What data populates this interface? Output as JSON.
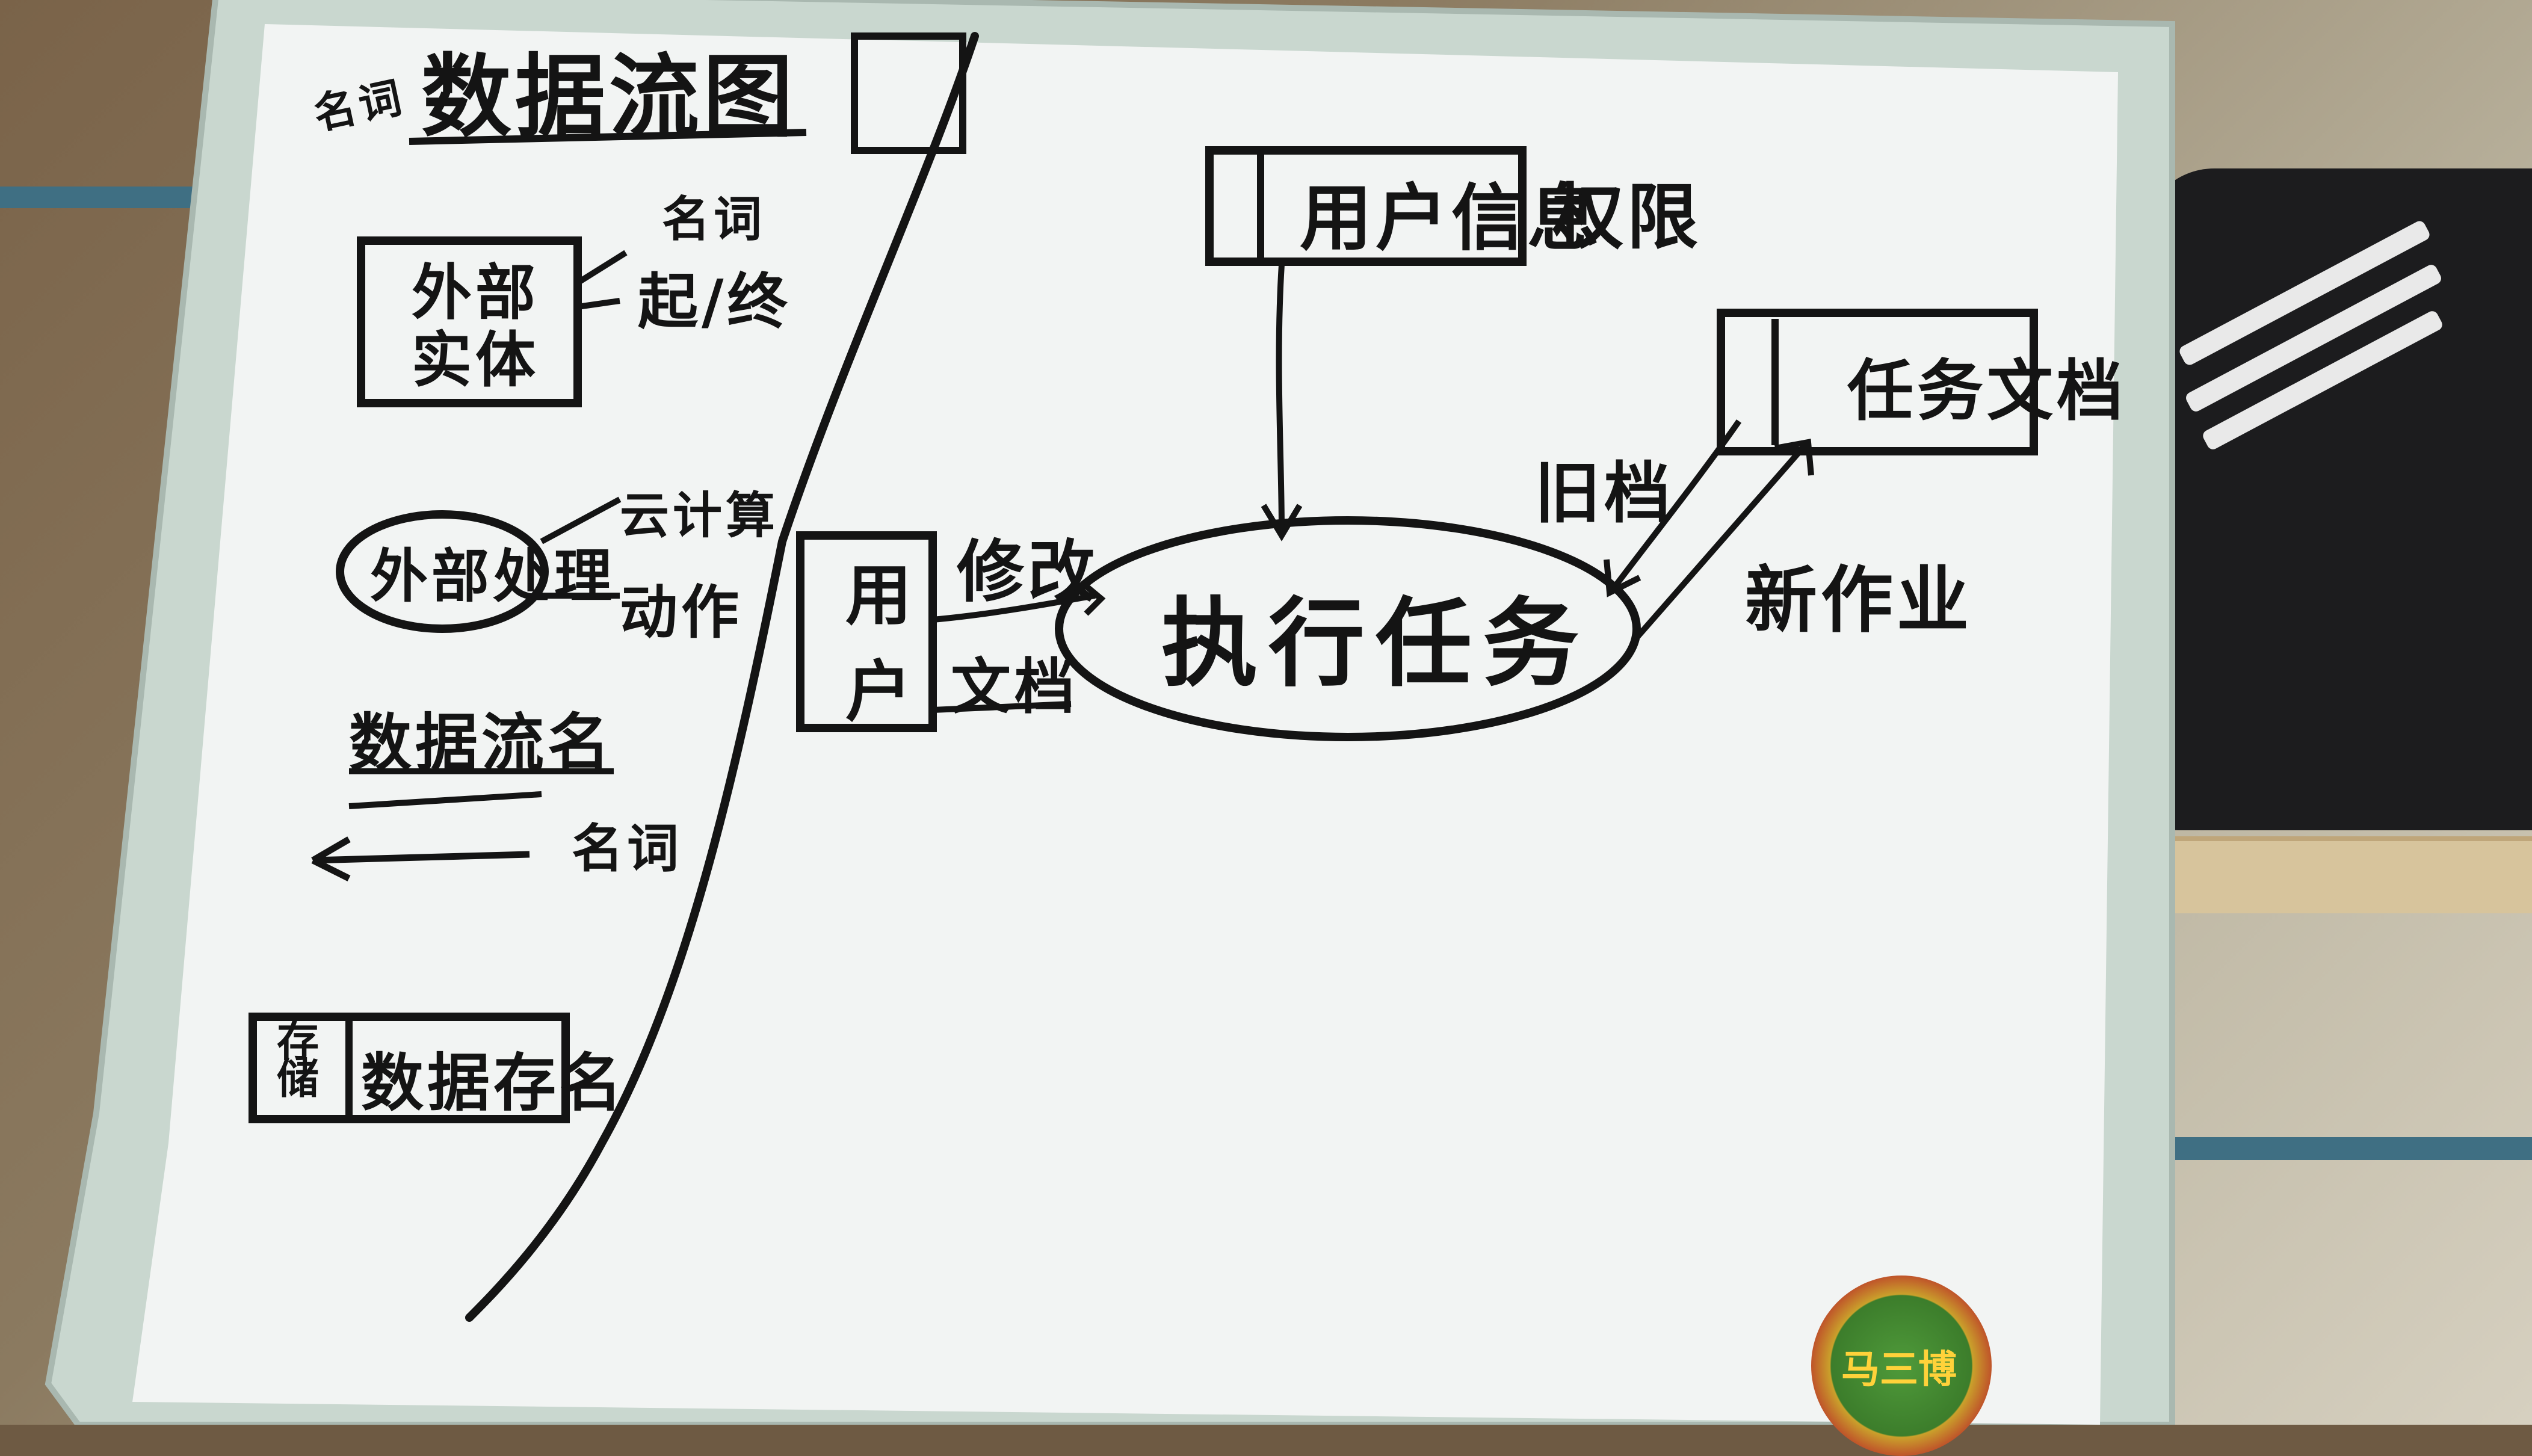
{
  "diagram": {
    "title": "数据流图",
    "title_prefix": "名词",
    "legend": {
      "external_entity": "外部实体",
      "nouns_note": "名词",
      "start_end_note": "起/终",
      "external_process": "外部处理",
      "cloud_note": "云计算",
      "action_note": "动作",
      "flow_name": "数据流名",
      "noun_note2": "名词",
      "store_id": "存储",
      "store_name": "数据存名"
    },
    "main": {
      "user_entity": "用户",
      "modify_label": "修改",
      "doc_label": "文档",
      "process": "执行任务",
      "user_info_store": "用户信息",
      "permission_label": "权限",
      "task_doc_store": "任务文档",
      "old_label": "旧档",
      "new_work_label": "新作业"
    },
    "sticker_text": "马三博"
  },
  "colors": {
    "board": "#f2f4f3",
    "frame": "#c9d7cf",
    "ink": "#141414"
  }
}
